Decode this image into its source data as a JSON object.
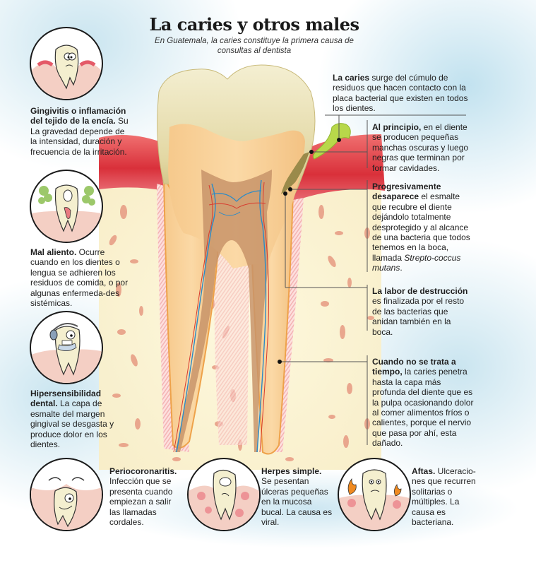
{
  "header": {
    "title": "La caries y otros males",
    "subtitle": "En Guatemala, la caries constituye la primera causa de consultas al dentista"
  },
  "left_notes": [
    {
      "id": "gingivitis",
      "bold": "Gingivitis o inflamación del tejido de la encía.",
      "text": " Su La gravedad depende de la intensidad, duración y frecuencia de la irritación.",
      "illustration": "tooth-with-inflamed-gums-icon"
    },
    {
      "id": "mal-aliento",
      "bold": "Mal aliento.",
      "text": " Ocurre cuando en los dientes o lengua se adhieren los residuos de comida, o por algunas enfermeda-des  sistémicas.",
      "illustration": "tooth-with-bad-breath-icon"
    },
    {
      "id": "hipersensibilidad",
      "bold": "Hipersensibilidad dental.",
      "text": " La capa de esmalte del margen gingival se desgasta  y produce dolor en los dientes.",
      "illustration": "tooth-with-earmuffs-icon"
    }
  ],
  "bottom_notes": [
    {
      "id": "periocoronaritis",
      "bold": "Periocoronaritis.",
      "text": " Infección que se presenta cuando empiezan a salir las llamadas cordales.",
      "illustration": "erupting-wisdom-tooth-icon"
    },
    {
      "id": "herpes",
      "bold": "Herpes simple.",
      "text": " Se pesentan úlceras pequeñas en la mucosa bucal. La causa es viral.",
      "illustration": "tooth-with-ulcers-icon"
    },
    {
      "id": "aftas",
      "bold": "Aftas.",
      "text": " Ulceracio-nes que recurren solitarias o múltiples. La causa es bacteriana.",
      "illustration": "tooth-with-flames-icon"
    }
  ],
  "right_notes": [
    {
      "id": "la-caries",
      "bold": "La caries",
      "text": " surge del cúmulo de residuos que hacen contacto con la placa bacterial que existen en todos los dientes."
    },
    {
      "id": "al-principio",
      "bold": "Al principio,",
      "text": " en el diente se producen pequeñas manchas oscuras y luego negras que terminan por formar cavidades."
    },
    {
      "id": "progresivamente",
      "bold": "Progresivamente desaparece",
      "text": " el esmalte que recubre el diente dejándolo totalmente desprotegido y al alcance de una bacteria que todos tenemos en la boca, llamada ",
      "italic": "Strepto-coccus mutans",
      "tail": "."
    },
    {
      "id": "labor-destruccion",
      "bold": "La labor de destrucción",
      "text": " es finalizada por el resto de las bacterias que anidan también en la boca."
    },
    {
      "id": "no-se-trata",
      "bold": "Cuando no se trata a tiempo,",
      "text": " la caries penetra hasta la capa más profunda del diente que es la pulpa ocasionando dolor al comer alimentos fríos o calientes, porque el nervio que pasa por ahí, esta dañado."
    }
  ],
  "colors": {
    "gum_red": "#d9303a",
    "enamel": "#e8dfb0",
    "dentin": "#f4c58a",
    "pulp": "#c8946a",
    "bone": "#fbf4d2",
    "bone_spots": "#e79a82",
    "nerve_blue": "#2a8bc8",
    "vessel_red": "#d83a2e",
    "plaque_green": "#b8d84a",
    "sky_blue": "#c4e2ee"
  }
}
